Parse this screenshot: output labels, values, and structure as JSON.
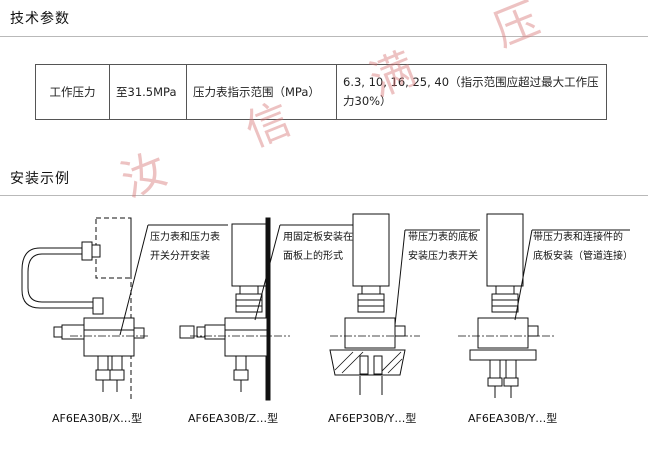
{
  "sections": {
    "tech_params_title": "技术参数",
    "install_title": "安装示例"
  },
  "params_table": {
    "label_pressure": "工作压力",
    "value_pressure": "至31.5MPa",
    "label_gauge_range": "压力表指示范围（MPa）",
    "value_gauge_range": "6.3, 10, 16, 25, 40（指示范围应超过最大工作压力30%）"
  },
  "examples": [
    {
      "caption_line1": "压力表和压力表",
      "caption_line2": "开关分开安装",
      "model": "AF6EA30B/X…型"
    },
    {
      "caption_line1": "用固定板安装在",
      "caption_line2": "面板上的形式",
      "model": "AF6EA30B/Z…型"
    },
    {
      "caption_line1": "带压力表的底板",
      "caption_line2": "安装压力表开关",
      "model": "AF6EP30B/Y…型"
    },
    {
      "caption_line1": "带压力表和连接件的",
      "caption_line2": "底板安装（管道连接）",
      "model": "AF6EA30B/Y…型"
    }
  ],
  "watermark": "汝 信 满 压 气 动"
}
